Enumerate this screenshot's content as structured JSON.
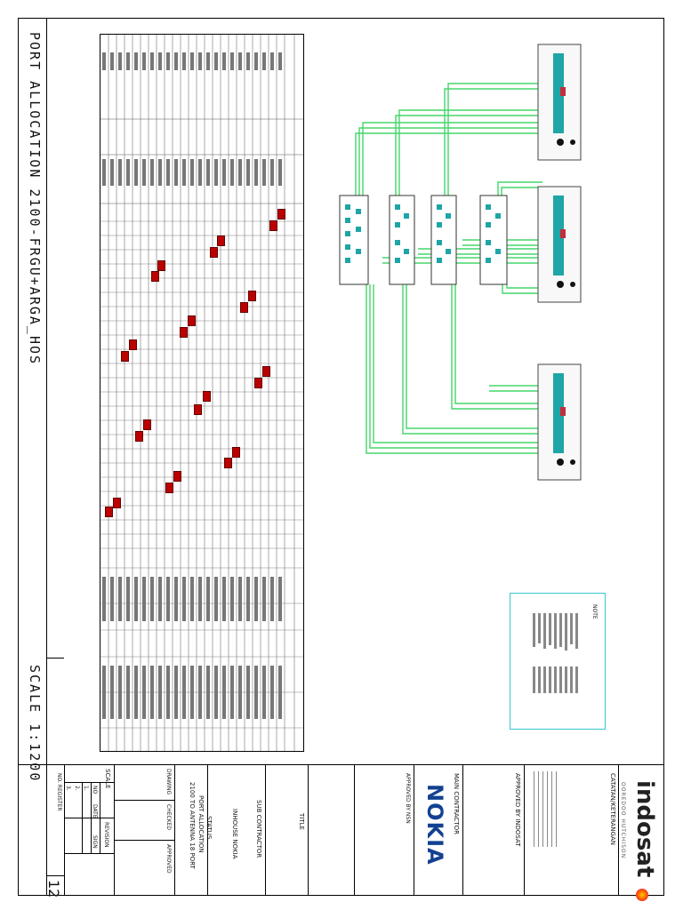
{
  "drawing": {
    "title_vertical": "PORT ALLOCATION 2100-FRGU+ARGA_HOS",
    "scale_vertical": "SCALE 1:1200",
    "sheet_number": "12"
  },
  "title_block": {
    "brand_primary": "indosat",
    "brand_secondary": "OOREDOO HUTCHISON",
    "catatan_label": "CATATAN/KETERANGAN",
    "approved_by_indosat": "APPROVED BY INDOSAT",
    "main_contractor_label": "MAIN CONTRACTOR",
    "contractor_logo": "NOKIA",
    "approved_by_nsn": "APPROVED BY NSN",
    "title_label": "TITLE",
    "sub_contractor_label": "SUB CONTRACTOR",
    "inhouse_label": "INHOUSE NOKIA",
    "status_label": "STATUS",
    "drawing_title_line1": "PORT ALLOCATION",
    "drawing_title_line2": "2100 TO ANTENNA 18 PORT",
    "drawing_label": "DRAWING",
    "checked_label": "CHECKED",
    "approved_label": "APPROVED",
    "scale_label": "SCALE",
    "revision_label": "REVISION",
    "no_label": "NO",
    "date_label": "DATE",
    "sign_label": "SIGN",
    "rev_rows": [
      "1.",
      "2.",
      "3."
    ],
    "no_register_label": "NO. REGISTER"
  },
  "legend": {
    "title": "NOTE"
  },
  "colors": {
    "cable": "#45d66b",
    "cyan_box": "#39c6cf",
    "tag_red": "#b00000",
    "port_teal": "#1ea5a5"
  }
}
